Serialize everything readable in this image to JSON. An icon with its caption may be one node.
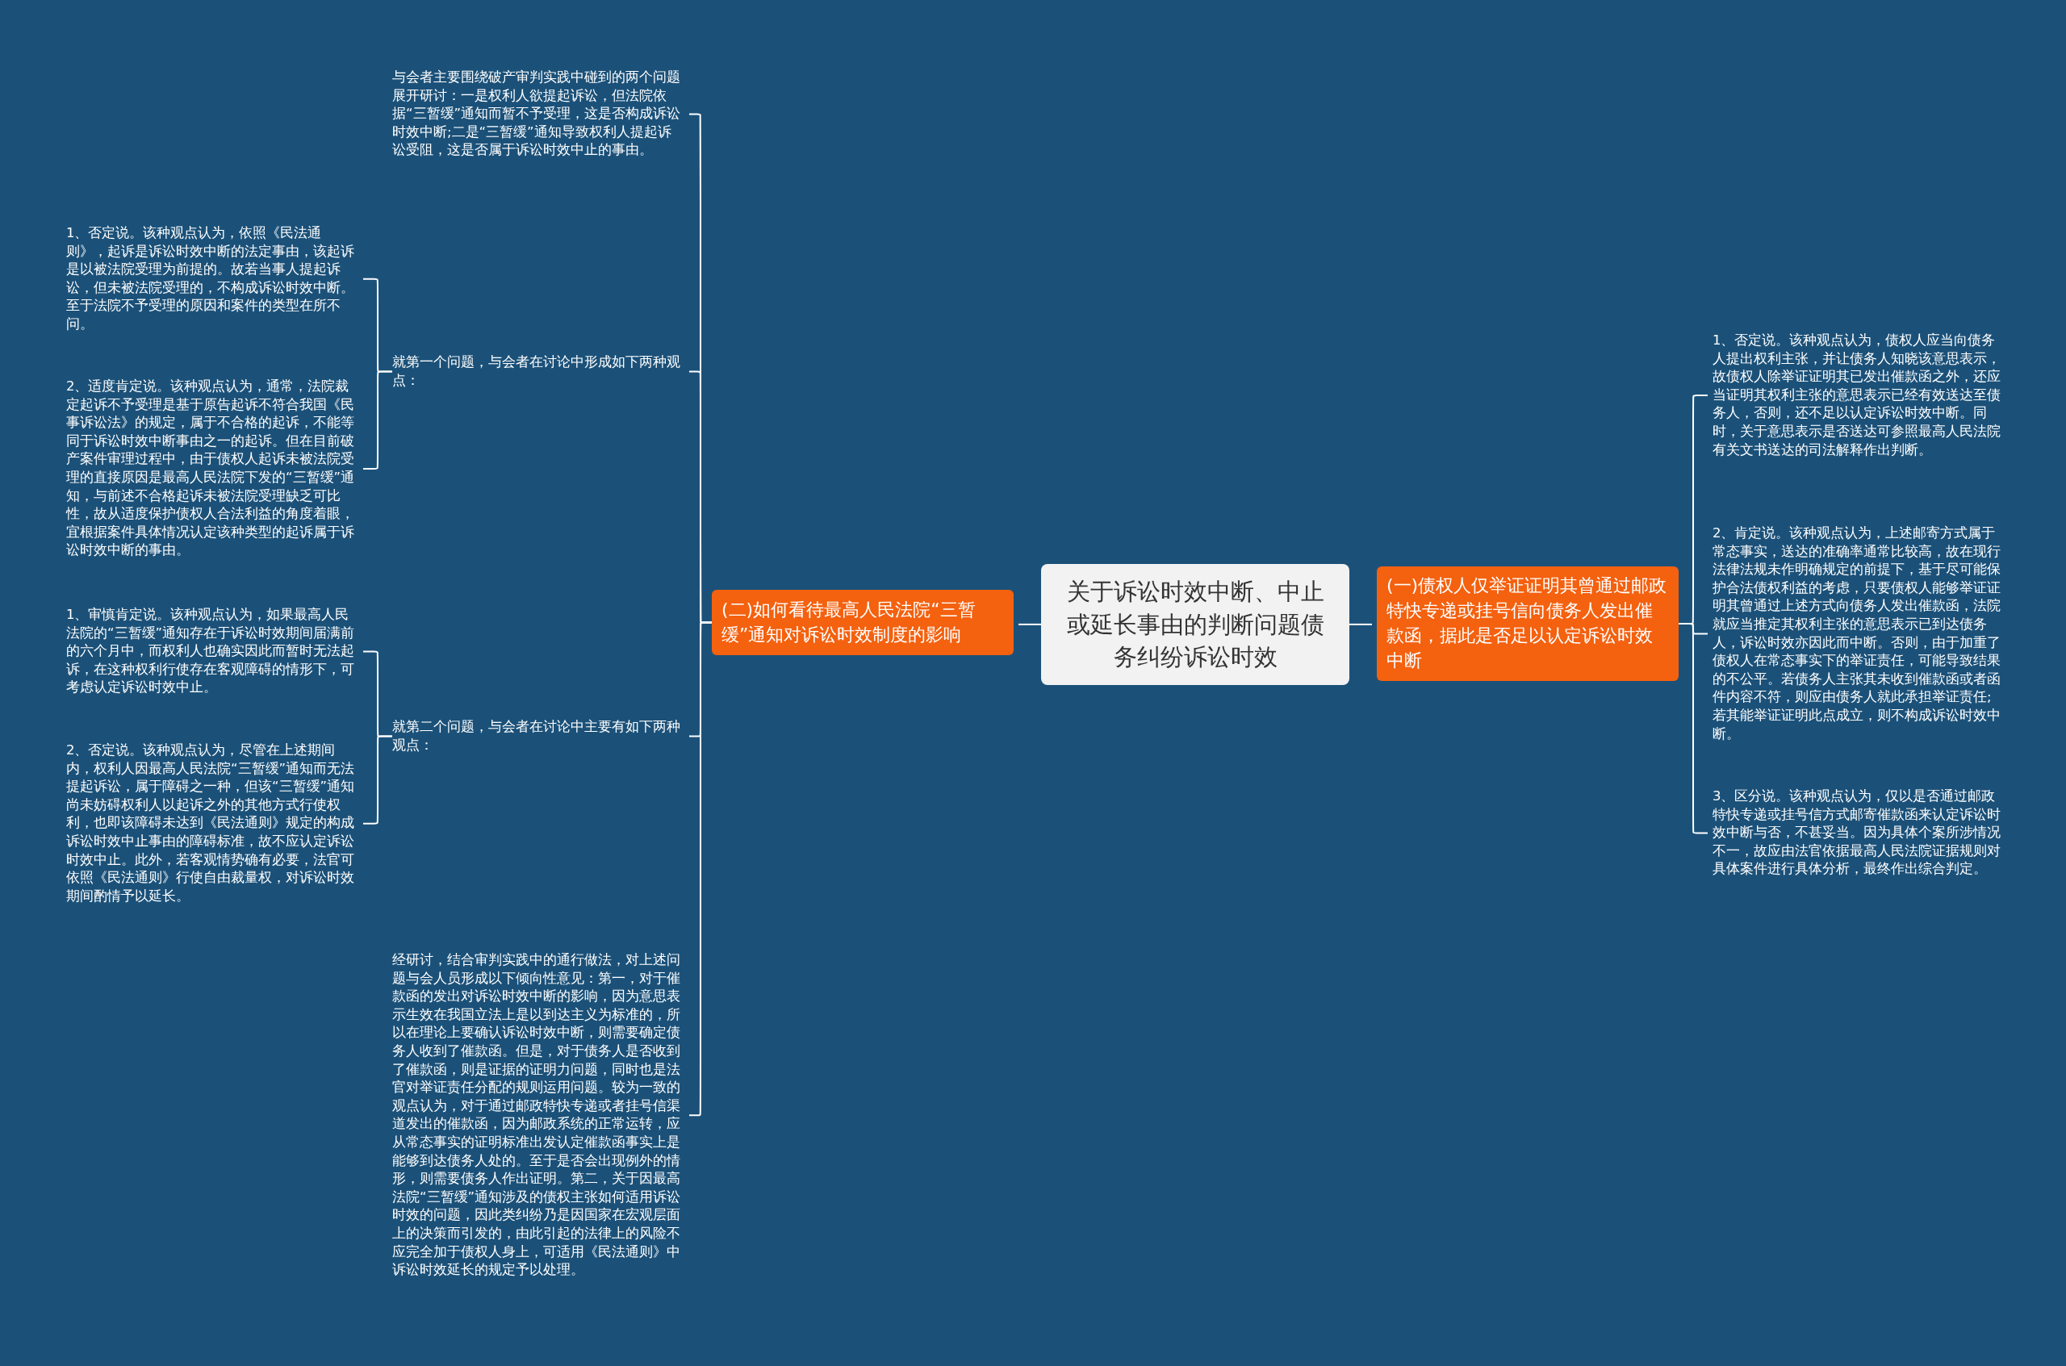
{
  "diagram": {
    "nodes": [
      {
        "text": [
          "关于诉讼时效中断、中止或延长事由的判断问题债务纠纷诉讼时效"
        ]
      },
      {
        "text": [
          "(一)债权人仅举证证明其曾通过邮政特快专递或挂号信向债务人发出催款函，据此是否足以认定诉讼时效中断"
        ]
      },
      {
        "text": [
          "(二)如何看待最高人民法院“三暂缓”通知对诉讼时效制度的影响"
        ]
      },
      {
        "text": [
          "与会者主要围绕破产审判实践中碰到的两个问题展开研讨：一是权利人欲提起诉讼，但法院依据“三暂缓”通知而暂不予受理，这是否构成诉讼时效中断;二是“三暂缓”通知导致权利人提起诉讼受阻，这是否属于诉讼时效中止的事由。"
        ]
      },
      {
        "text": [
          "就第一个问题，与会者在讨论中形成如下两种观点："
        ]
      },
      {
        "text": [
          "1、否定说。该种观点认为，依照《民法通则》，起诉是诉讼时效中断的法定事由，该起诉是以被法院受理为前提的。故若当事人提起诉讼，但未被法院受理的，不构成诉讼时效中断。至于法院不予受理的原因和案件的类型在所不问。"
        ]
      },
      {
        "text": [
          "2、适度肯定说。该种观点认为，通常，法院裁定起诉不予受理是基于原告起诉不符合我国《民事诉讼法》的规定，属于不合格的起诉，不能等同于诉讼时效中断事由之一的起诉。但在目前破产案件审理过程中，由于债权人起诉未被法院受理的直接原因是最高人民法院下发的“三暂缓”通知，与前述不合格起诉未被法院受理缺乏可比性，故从适度保护债权人合法利益的角度着眼，宜根据案件具体情况认定该种类型的起诉属于诉讼时效中断的事由。"
        ]
      },
      {
        "text": [
          "就第二个问题，与会者在讨论中主要有如下两种观点："
        ]
      },
      {
        "text": [
          "1、审慎肯定说。该种观点认为，如果最高人民法院的“三暂缓”通知存在于诉讼时效期间届满前的六个月中，而权利人也确实因此而暂时无法起诉，在这种权利行使存在客观障碍的情形下，可考虑认定诉讼时效中止。"
        ]
      },
      {
        "text": [
          "2、否定说。该种观点认为，尽管在上述期间内，权利人因最高人民法院“三暂缓”通知而无法提起诉讼，属于障碍之一种，但该“三暂缓”通知尚未妨碍权利人以起诉之外的其他方式行使权利，也即该障碍未达到《民法通则》规定的构成诉讼时效中止事由的障碍标准，故不应认定诉讼时效中止。此外，若客观情势确有必要，法官可依照《民法通则》行使自由裁量权，对诉讼时效期间酌情予以延长。"
        ]
      },
      {
        "text": [
          "经研讨，结合审判实践中的通行做法，对上述问题与会人员形成以下倾向性意见：第一，对于催款函的发出对诉讼时效中断的影响，因为意思表示生效在我国立法上是以到达主义为标准的，所以在理论上要确认诉讼时效中断，则需要确定债务人收到了催款函。但是，对于债务人是否收到了催款函，则是证据的证明力问题，同时也是法官对举证责任分配的规则运用问题。较为一致的观点认为，对于通过邮政特快专递或者挂号信渠道发出的催款函，因为邮政系统的正常运转，应从常态事实的证明标准出发认定催款函事实上是能够到达债务人处的。至于是否会出现例外的情形，则需要债务人作出证明。第二，关于因最高法院“三暂缓”通知涉及的债权主张如何适用诉讼时效的问题，因此类纠纷乃是因国家在宏观层面上的决策而引发的，由此引起的法律上的风险不应完全加于债权人身上，可适用《民法通则》中诉讼时效延长的规定予以处理。"
        ]
      },
      {
        "text": [
          "1、否定说。该种观点认为，债权人应当向债务人提出权利主张，并让债务人知晓该意思表示，故债权人除举证证明其已发出催款函之外，还应当证明其权利主张的意思表示已经有效送达至债务人，否则，还不足以认定诉讼时效中断。同时，关于意思表示是否送达可参照最高人民法院有关文书送达的司法解释作出判断。"
        ]
      },
      {
        "text": [
          "2、肯定说。该种观点认为，上述邮寄方式属于常态事实，送达的准确率通常比较高，故在现行法律法规未作明确规定的前提下，基于尽可能保护合法债权利益的考虑，只要债权人能够举证证明其曾通过上述方式向债务人发出催款函，法院就应当推定其权利主张的意思表示已到达债务人，诉讼时效亦因此而中断。否则，由于加重了债权人在常态事实下的举证责任，可能导致结果的不公平。若债务人主张其未收到催款函或者函件内容不符，则应由债务人就此承担举证责任;若其能举证证明此点成立，则不构成诉讼时效中断。"
        ]
      },
      {
        "text": [
          "3、区分说。该种观点认为，仅以是否通过邮政特快专递或挂号信方式邮寄催款函来认定诉讼时效中断与否，不甚妥当。因为具体个案所涉情况不一，故应由法官依据最高人民法院证据规则对具体案件进行具体分析，最终作出综合判定。"
        ]
      }
    ],
    "edges": [
      {
        "from": 0,
        "to": 1,
        "arrow": "none"
      },
      {
        "from": 0,
        "to": 2,
        "arrow": "none"
      },
      {
        "from": 2,
        "to": 3,
        "arrow": "none"
      },
      {
        "from": 2,
        "to": 4,
        "arrow": "none"
      },
      {
        "from": 2,
        "to": 7,
        "arrow": "none"
      },
      {
        "from": 2,
        "to": 10,
        "arrow": "none"
      },
      {
        "from": 4,
        "to": 5,
        "arrow": "none"
      },
      {
        "from": 4,
        "to": 6,
        "arrow": "none"
      },
      {
        "from": 7,
        "to": 8,
        "arrow": "none"
      },
      {
        "from": 7,
        "to": 9,
        "arrow": "none"
      },
      {
        "from": 1,
        "to": 11,
        "arrow": "none"
      },
      {
        "from": 1,
        "to": 12,
        "arrow": "none"
      },
      {
        "from": 1,
        "to": 13,
        "arrow": "none"
      }
    ]
  }
}
